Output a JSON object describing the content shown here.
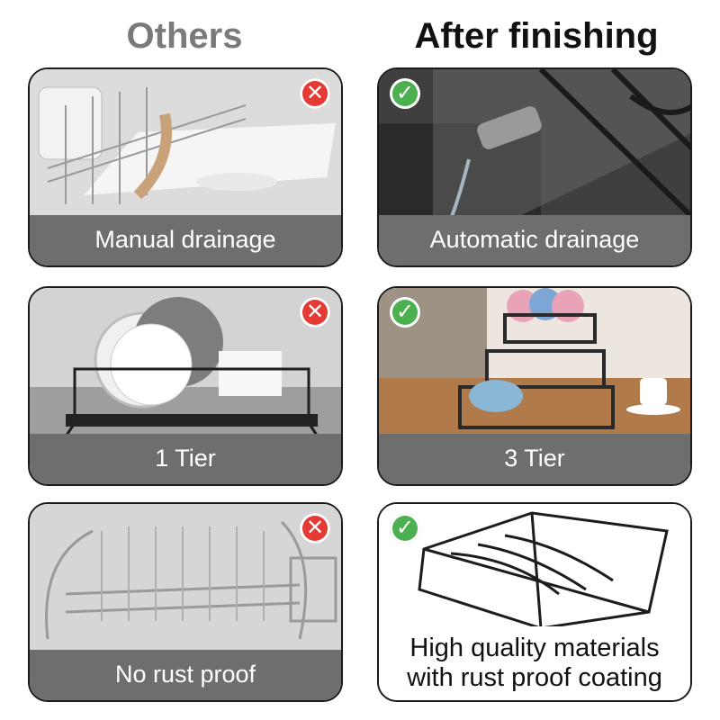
{
  "headers": {
    "left": "Others",
    "right": "After finishing"
  },
  "rows": [
    {
      "left": {
        "label": "Manual drainage",
        "badge": "cross-icon"
      },
      "right": {
        "label": "Automatic drainage",
        "badge": "check-icon"
      }
    },
    {
      "left": {
        "label": "1 Tier",
        "badge": "cross-icon"
      },
      "right": {
        "label": "3 Tier",
        "badge": "check-icon"
      }
    },
    {
      "left": {
        "label": "No rust proof",
        "badge": "cross-icon"
      },
      "right": {
        "label_line1": "High quality materials",
        "label_line2": "with rust proof coating",
        "badge": "check-icon"
      }
    }
  ],
  "colors": {
    "label_bg": "#6e6e6e",
    "cross": "#e53935",
    "check": "#4caf50",
    "header_left": "#7a7a7a",
    "header_right": "#111111"
  }
}
